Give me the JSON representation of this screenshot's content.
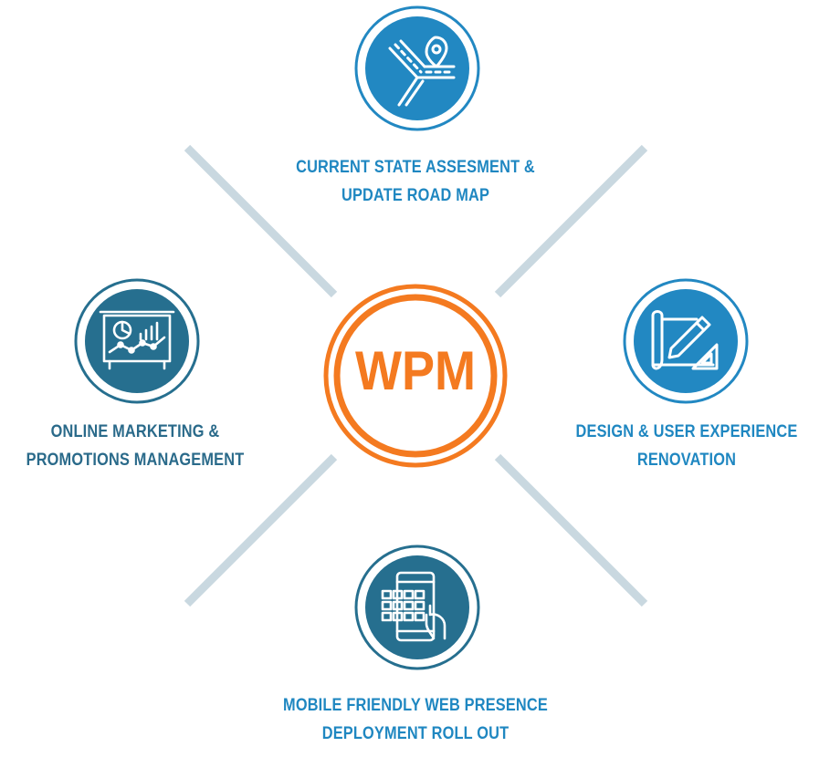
{
  "colors": {
    "connector": "#c9d8e0",
    "hub": "#f47a20",
    "blue": "#2288c2",
    "teal": "#266f8f",
    "label_blue": "#1f87c1",
    "label_teal": "#2a6a8a"
  },
  "hub": {
    "label": "WPM"
  },
  "nodes": {
    "top": {
      "icon": "road-map-pin-icon",
      "line1": "CURRENT STATE ASSESMENT &",
      "line2": "UPDATE ROAD MAP"
    },
    "right": {
      "icon": "blueprint-pencil-icon",
      "line1": "DESIGN & USER EXPERIENCE",
      "line2": "RENOVATION"
    },
    "bottom": {
      "icon": "mobile-touch-grid-icon",
      "line1": "MOBILE FRIENDLY WEB PRESENCE",
      "line2": "DEPLOYMENT ROLL OUT"
    },
    "left": {
      "icon": "presentation-chart-icon",
      "line1": "ONLINE MARKETING &",
      "line2": "PROMOTIONS MANAGEMENT"
    }
  }
}
